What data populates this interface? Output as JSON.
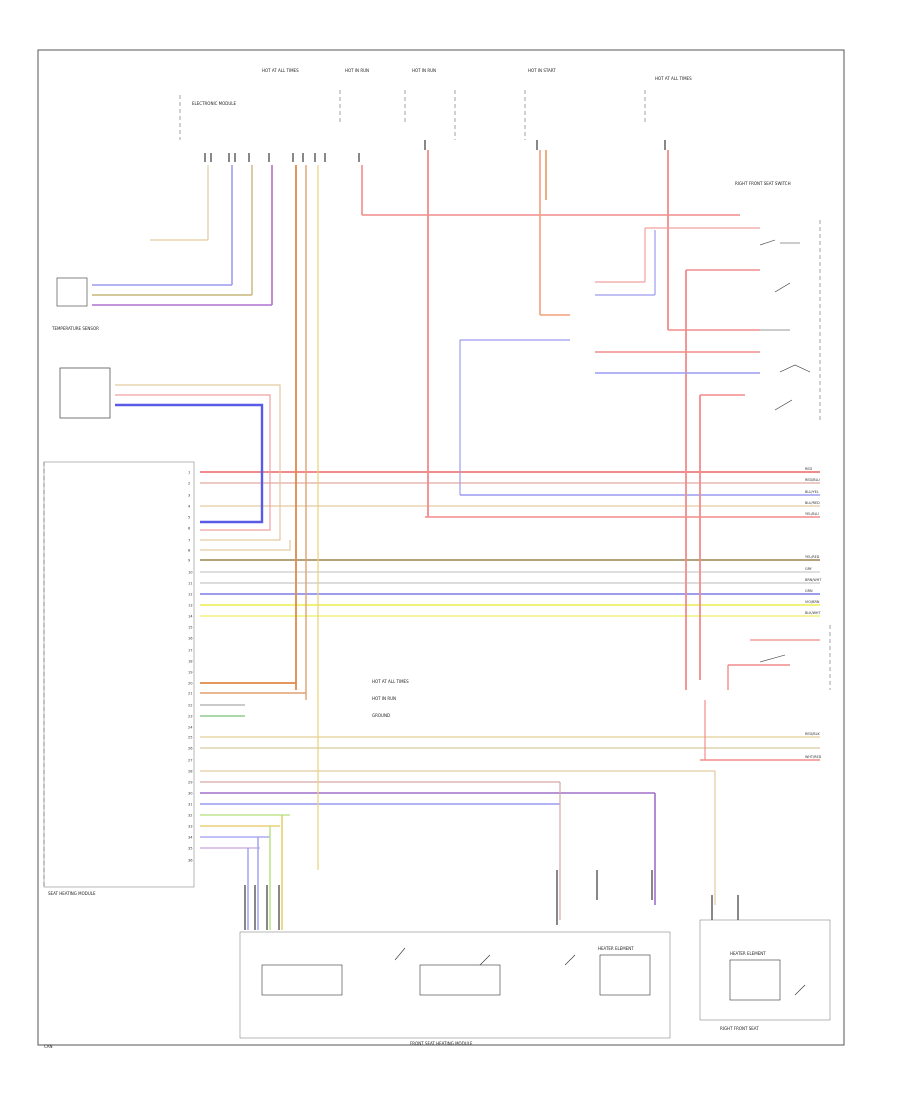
{
  "diagram": {
    "footer_left": "CAN",
    "bottom_label_center": "FRONT SEAT HEATING MODULE",
    "bottom_label_right": "RIGHT FRONT SEAT"
  },
  "components": [
    {
      "id": "c1",
      "label": "ELECTRONIC MODULE"
    },
    {
      "id": "c2",
      "label": "HOT AT ALL TIMES"
    },
    {
      "id": "c3",
      "label": "HOT IN RUN"
    },
    {
      "id": "c4",
      "label": "HOT IN RUN"
    },
    {
      "id": "c5",
      "label": "HOT IN START"
    },
    {
      "id": "c6",
      "label": "HOT AT ALL TIMES"
    },
    {
      "id": "c7",
      "label": "RIGHT FRONT SEAT SWITCH"
    },
    {
      "id": "c8",
      "label": "TEMPERATURE SENSOR"
    },
    {
      "id": "c9",
      "label": "SEAT HEATING MODULE"
    },
    {
      "id": "c10",
      "label": "HEATER ELEMENT"
    },
    {
      "id": "c11",
      "label": "HEATER ELEMENT"
    }
  ],
  "pins_left": [
    "1",
    "2",
    "3",
    "4",
    "5",
    "6",
    "7",
    "8",
    "9",
    "10",
    "11",
    "12",
    "13",
    "14",
    "15",
    "16",
    "17",
    "18",
    "19",
    "20",
    "21",
    "22",
    "23",
    "24",
    "25",
    "26",
    "27",
    "28",
    "29",
    "30",
    "31",
    "32",
    "33",
    "34",
    "35",
    "36"
  ],
  "wire_labels": [
    "RED",
    "RED/BLU",
    "BLU/YEL",
    "BLU/RED",
    "YEL/BLU",
    "YEL/RED",
    "GRY",
    "BRN/WHT",
    "GRN",
    "VIO/BRN",
    "BLK/WHT",
    "RED/BLK",
    "WHT/RED"
  ],
  "notes": [
    "HOT AT ALL TIMES",
    "HOT IN RUN",
    "GROUND"
  ]
}
